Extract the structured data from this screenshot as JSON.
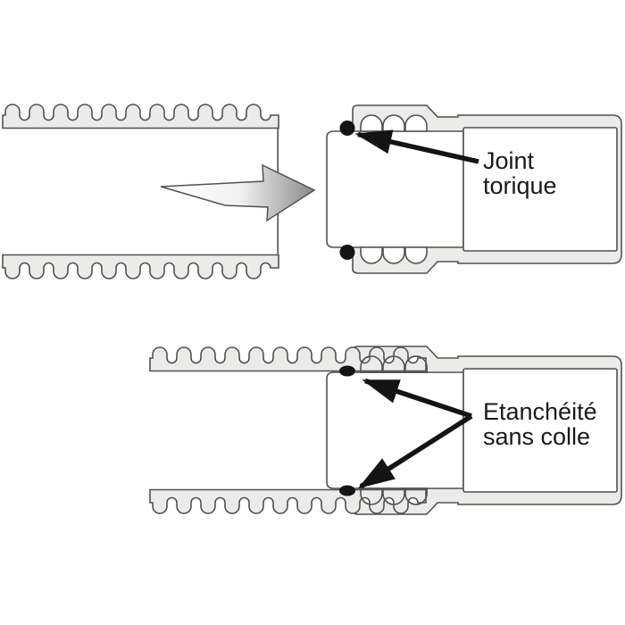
{
  "diagram": {
    "subject": "corrugated-pipe-push-fit-coupling",
    "views": [
      {
        "name": "insertion-step",
        "annotation": {
          "lines": [
            "Joint",
            "torique"
          ]
        }
      },
      {
        "name": "assembled-step",
        "annotation": {
          "lines": [
            "Etanchéité",
            "sans colle"
          ]
        }
      }
    ],
    "icons": [
      "insertion-direction-arrow",
      "o-ring-seal",
      "callout-arrow"
    ]
  },
  "colors": {
    "canvas_bg": "#ffffff",
    "part_fill": "#ebebe9",
    "part_inner": "#ffffff",
    "part_outline": "#515156",
    "seal_black": "#141414",
    "label_text": "#1a1a1a",
    "insert_arrow_start": "#ffffff",
    "insert_arrow_mid": "#f2f2f2",
    "insert_arrow_end": "#8a8a8a"
  }
}
